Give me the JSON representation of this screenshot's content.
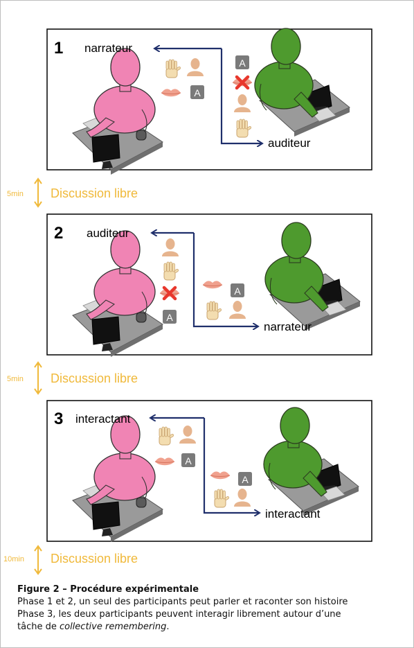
{
  "phases": [
    {
      "number": "1",
      "left_role": "narrateur",
      "right_role": "auditeur"
    },
    {
      "number": "2",
      "left_role": "auditeur",
      "right_role": "narrateur"
    },
    {
      "number": "3",
      "left_role": "interactant",
      "right_role": "interactant"
    }
  ],
  "discussions": [
    {
      "duration": "5min",
      "label": "Discussion libre"
    },
    {
      "duration": "5min",
      "label": "Discussion libre"
    },
    {
      "duration": "10min",
      "label": "Discussion libre"
    }
  ],
  "avatar_badge": "A",
  "colors": {
    "pink": "#f084b4",
    "green": "#4e9a2e",
    "arrow": "#1f2f6b",
    "discussion": "#f0b93a",
    "desk": "#8c8c8c",
    "cross": "#e8372c"
  },
  "caption": {
    "title": "Figure 2 – Procédure expérimentale",
    "line1": "Phase 1 et 2, un seul des participants peut parler et raconter son histoire",
    "line2": "Phase 3, les deux participants peuvent interagir librement autour d’une",
    "line3_pre": "tâche de ",
    "line3_italic": "collective remembering",
    "line3_post": "."
  }
}
